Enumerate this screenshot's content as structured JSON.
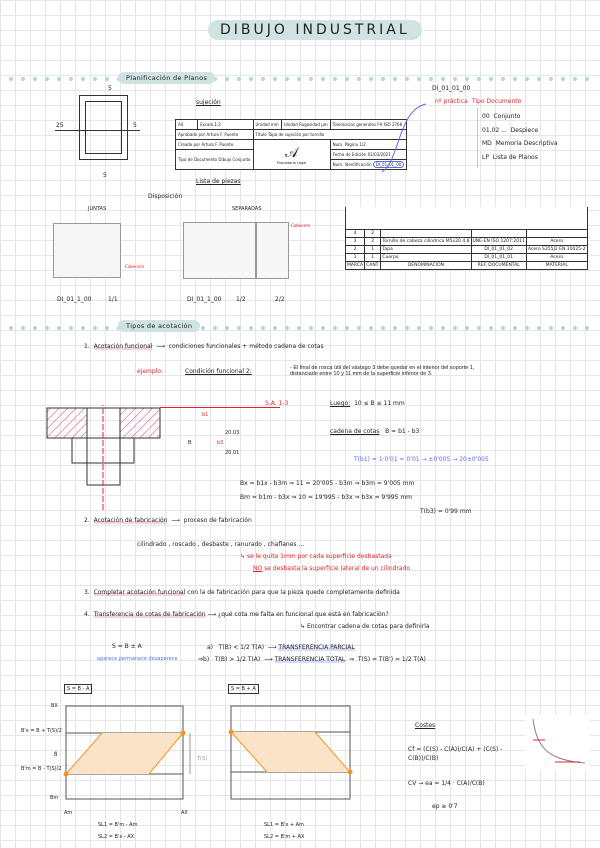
{
  "title": "DIBUJO INDUSTRIAL",
  "section1": {
    "label": "Planificación de Planos",
    "frame_dims": {
      "top": "5",
      "left": "25",
      "right": "5",
      "bottom": "5"
    },
    "sujecion_label": "sujeción",
    "title_block": {
      "a4": "A4",
      "escala_label": "Escala",
      "escala": "1:2",
      "unidad_label": "Unidad",
      "unidad": "mm",
      "rugosidad_label": "Unidad Rugosidad",
      "rugosidad": "µm",
      "tolerancias_label": "Tolerancias generales",
      "tolerancias": "FH ISO 2768",
      "aprobado_label": "Aprobado por",
      "aprobado": "Arturo F. Puente",
      "titulo_label": "Título",
      "titulo": "Tapa de sujeción por tornillo",
      "creado_label": "Creado por",
      "creado": "Arturo F. Puente",
      "pagina_label": "Num. Página",
      "pagina": "1/2",
      "tipo_label": "Tipo de Documento",
      "tipo": "Dibujo Conjunto",
      "fecha_label": "Fecha de Edición",
      "fecha": "01/03/2021",
      "id_label": "Num. Identificación",
      "id": "DI_01_01_00",
      "logo_caption": "Propietario Legal"
    },
    "code": "DI_01_01_00",
    "code_labels": [
      "nº práctica",
      "Tipo Documento"
    ],
    "doc_types": [
      {
        "code": "00",
        "text": "Conjunto"
      },
      {
        "code": "01,02 ...",
        "text": "Despiece"
      },
      {
        "code": "MD",
        "text": "Memoria Descriptiva"
      },
      {
        "code": "LP",
        "text": "Lista de Planos"
      }
    ],
    "lista_piezas": "Lista de piezas",
    "disposicion": "Disposición",
    "juntas": "JUNTAS",
    "separadas": "SEPARADAS",
    "cabecera": "Cabecera",
    "sheet_labels": [
      {
        "code": "DI_01_1_00",
        "page": "1/1"
      },
      {
        "code": "DI_01_1_00",
        "page": "1/2"
      },
      {
        "code": "",
        "page": "2/2"
      }
    ],
    "parts_table": {
      "headers": [
        "MARCA",
        "CANT.",
        "DENOMINACIÓN",
        "REF. DOCUMENTAL",
        "MATERIAL"
      ],
      "rows": [
        [
          "4",
          "2",
          "",
          "",
          ""
        ],
        [
          "3",
          "2",
          "Tornillo de cabeza cilíndrica M5x20 4.8",
          "UNE-EN ISO 1207:2011",
          "Acero"
        ],
        [
          "2",
          "1",
          "Tapa",
          "DI_01_01_02",
          "Acero S355J2 EN 10025-2"
        ],
        [
          "1",
          "1",
          "Cuerpo",
          "DI_01_01_01",
          "Acero"
        ]
      ]
    }
  },
  "section2": {
    "label": "Tipos de acotación",
    "item1": {
      "num": "1.",
      "title": "Acotación funcional",
      "rest": "condiciones funcionales + método cadena de cotas",
      "ejemplo": "ejemplo:",
      "condicion": "Condición funcional 2:",
      "condicion_text": "- El final de rosca útil del vástago 3 debe quedar en el interior del soporte 1, distanciado entre 10 y 11 mm de la superficie inferior de 3.",
      "sa": "S.A. 1-3",
      "dim1": "20.03",
      "dim2": "20.01",
      "b1": "b1",
      "b3": "b3",
      "B": "B",
      "luego": "Luego:",
      "luego_eq": "10 ≤ B ≤ 11 mm",
      "cadena": "cadena de cotas",
      "cadena_eq": "B = b1 - b3",
      "tol": "T(b1) = 1·0'01 = 0'01 → ±0'005 → 20±0'005",
      "eq1": "Bx = b1x - b3m  ⇒  11 = 20'005 - b3m  ⇒  b3m = 9'005 mm",
      "eq2": "Bm = b1m - b3x  ⇒  10 = 19'995 - b3x  ⇒  b3x = 9'995 mm",
      "eq3": "T(b3) = 0'99 mm"
    },
    "item2": {
      "num": "2.",
      "title": "Acotación de fabricación",
      "rest": "proceso de fabricación",
      "processes": "cilindrado , roscado , desbaste , ranurado , chaflanes ...",
      "note1": "se le quita 1mm por cada superficie desbastada",
      "note2_no": "NO",
      "note2": "se desbasta la superficie lateral de un cilindrado"
    },
    "item3": {
      "num": "3.",
      "title": "Completar acotación funcional",
      "rest": "con la de fabricación para que la pieza quede completamente definida"
    },
    "item4": {
      "num": "4.",
      "title": "Transferencia de cotas de fabricación",
      "rest": "¿qué cota me falta en funcional que está en fabricación?",
      "sub": "Encontrar cadena de cotas para definirla"
    },
    "formula": {
      "eq": "S = B ± A",
      "labels": "aparece  permanece  desaparece",
      "a_label": "a)",
      "a_cond": "T(B) < 1/2 T(A)",
      "a_res": "TRANSFERENCIA PARCIAL",
      "b_label": "b)",
      "b_cond": "T(B) > 1/2 T(A)",
      "b_res": "TRANSFERENCIA TOTAL",
      "b_extra": "T(S) = T(B') = 1/2 T(A)"
    },
    "diagram1": {
      "title": "S = B - A",
      "bx": "BX",
      "bpx": "B'x = B + T(S)/2",
      "bbar": "B̄",
      "bpm": "B'm = B - T(S)/2",
      "bm": "Bm",
      "am": "Am",
      "ax": "AX",
      "ts": "T(S)",
      "sl1": "SL1 = B'm - Am",
      "sl2": "SL2 = B'x - AX"
    },
    "diagram2": {
      "title": "S = B + A",
      "sl1": "SL1 = B'x + Am",
      "sl2": "SL2 = B'm + AX"
    },
    "costes": {
      "title": "Costes",
      "cf": "Cf = (C(S) - C(A))/C(A) + (C(S) - C(B))/C(B)",
      "cv": "CV → ea = 1/4 · C(A)/C(B)",
      "ep": "ep ≥ 0'7"
    }
  },
  "colors": {
    "pill": "#cfe3e3",
    "red": "#e0262b",
    "blue": "#5b6ee8",
    "orange": "#f7941d",
    "fill": "#fbe3c7"
  }
}
